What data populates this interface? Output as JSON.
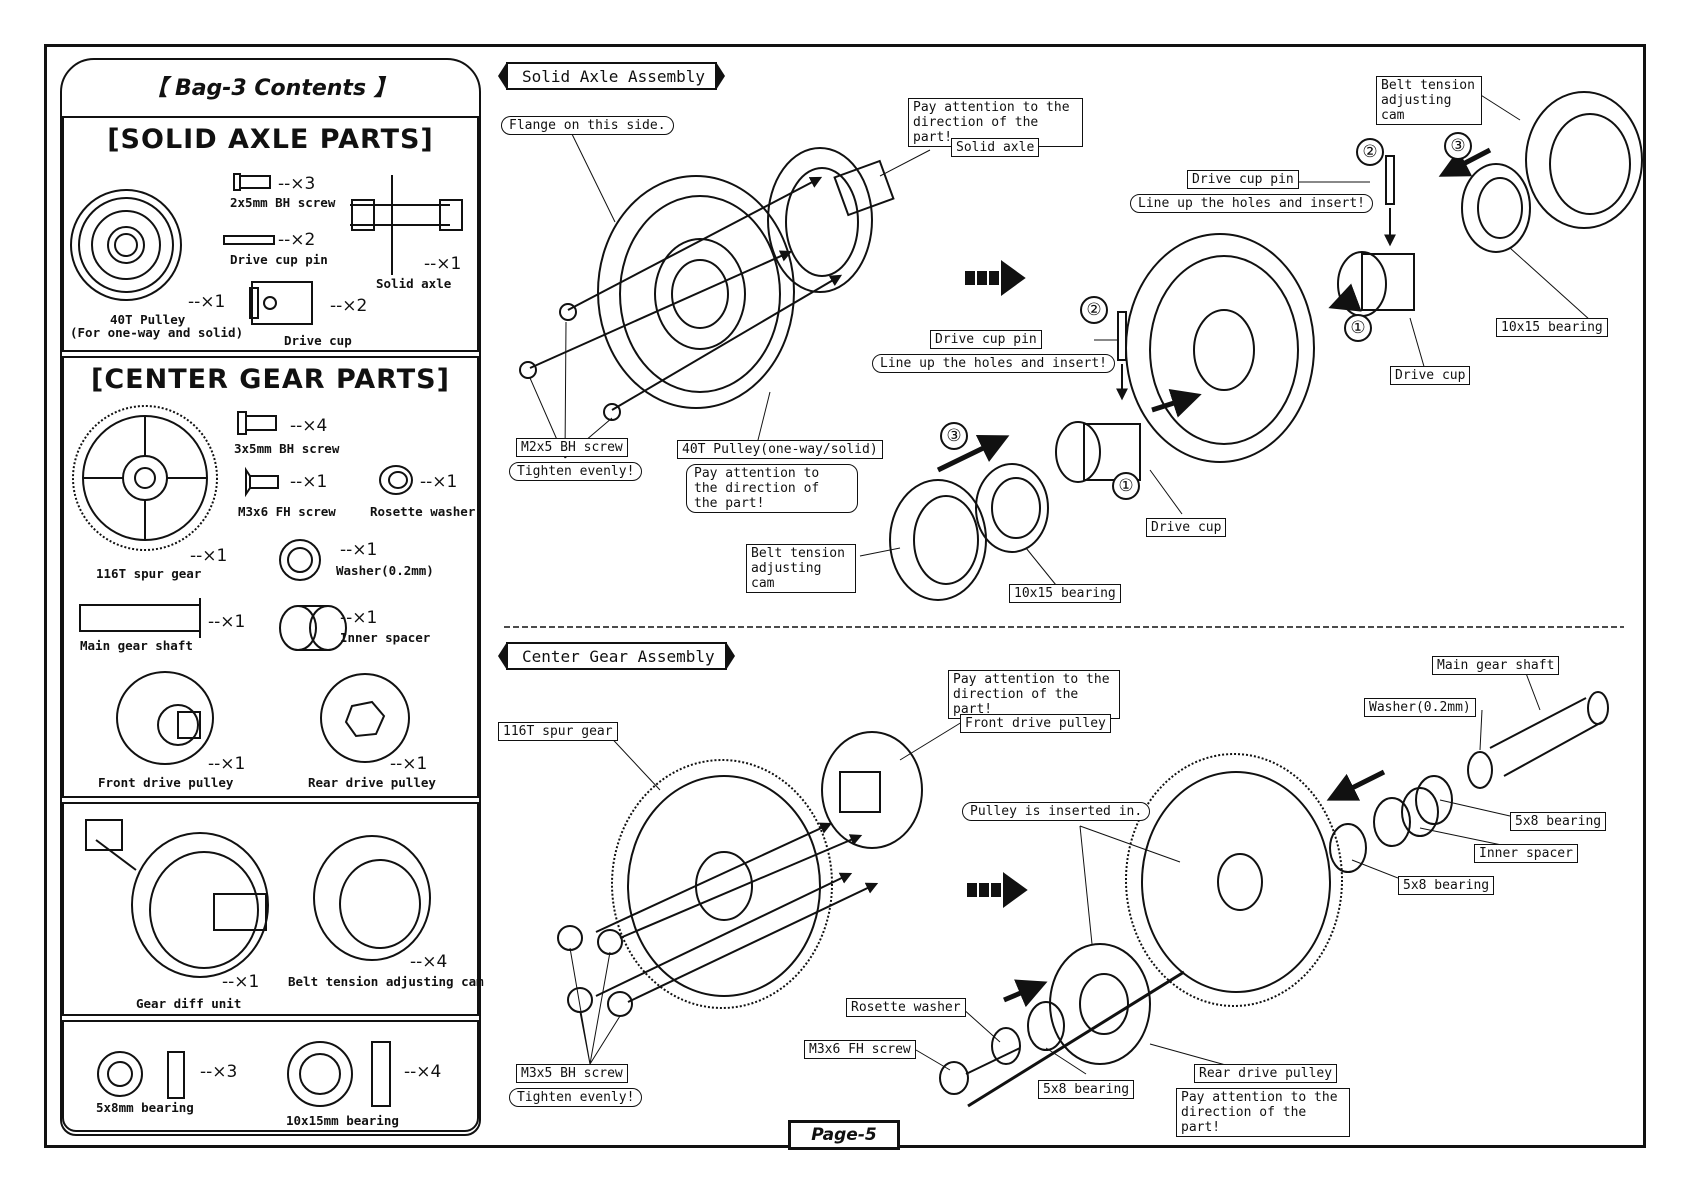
{
  "bag": {
    "title": "【 Bag-3 Contents 】",
    "solid_axle_parts": {
      "heading": "[SOLID AXLE PARTS]",
      "items": [
        {
          "name": "40T Pulley",
          "note": "(For one-way and solid)",
          "qty": "--×1"
        },
        {
          "name": "2x5mm BH screw",
          "qty": "--×3"
        },
        {
          "name": "Drive cup pin",
          "qty": "--×2"
        },
        {
          "name": "Solid axle",
          "qty": "--×1"
        },
        {
          "name": "Drive cup",
          "qty": "--×2"
        }
      ]
    },
    "center_gear_parts": {
      "heading": "[CENTER GEAR PARTS]",
      "items": [
        {
          "name": "116T spur gear",
          "qty": "--×1"
        },
        {
          "name": "3x5mm BH screw",
          "qty": "--×4"
        },
        {
          "name": "M3x6 FH screw",
          "qty": "--×1"
        },
        {
          "name": "Rosette washer",
          "qty": "--×1"
        },
        {
          "name": "Washer(0.2mm)",
          "qty": "--×1"
        },
        {
          "name": "Main gear shaft",
          "qty": "--×1"
        },
        {
          "name": "Inner spacer",
          "qty": "--×1"
        },
        {
          "name": "Front drive pulley",
          "qty": "--×1"
        },
        {
          "name": "Rear drive pulley",
          "qty": "--×1"
        }
      ]
    },
    "diff_section": {
      "items": [
        {
          "name": "Gear diff unit",
          "qty": "--×1"
        },
        {
          "name": "Belt tension adjusting cam",
          "qty": "--×4"
        }
      ]
    },
    "bearing_section": {
      "items": [
        {
          "name": "5x8mm bearing",
          "qty": "--×3"
        },
        {
          "name": "10x15mm bearing",
          "qty": "--×4"
        }
      ]
    }
  },
  "solid_axle_assembly": {
    "title": "Solid Axle Assembly",
    "labels": {
      "flange": "Flange on this side.",
      "pay_attention_axle": "Pay attention to the direction of the part!",
      "solid_axle": "Solid axle",
      "m2x5": "M2x5 BH screw",
      "tighten": "Tighten evenly!",
      "pulley40": "40T Pulley(one-way/solid)",
      "pay_attention_pulley": "Pay attention to the direction of the part!",
      "cam_left": "Belt tension adjusting cam",
      "bearing_left": "10x15 bearing",
      "pin_left": "Drive cup pin",
      "line_up_left": "Line up the holes and insert!",
      "drive_cup_left": "Drive cup",
      "cam_right": "Belt tension adjusting cam",
      "pin_right": "Drive cup pin",
      "line_up_right": "Line up the holes and insert!",
      "bearing_right": "10x15 bearing",
      "drive_cup_right": "Drive cup"
    },
    "step_numbers": [
      "①",
      "②",
      "③"
    ]
  },
  "center_gear_assembly": {
    "title": "Center Gear Assembly",
    "labels": {
      "spur": "116T spur gear",
      "pay_attention_front": "Pay attention to the direction of the part!",
      "front_pulley": "Front drive pulley",
      "main_shaft": "Main gear shaft",
      "washer": "Washer(0.2mm)",
      "bearing_a": "5x8 bearing",
      "inner_spacer": "Inner spacer",
      "bearing_b": "5x8 bearing",
      "pulley_inserted": "Pulley is inserted in.",
      "rosette": "Rosette washer",
      "m3x6": "M3x6 FH screw",
      "bearing_c": "5x8 bearing",
      "rear_pulley": "Rear drive pulley",
      "pay_attention_rear": "Pay attention to the direction of the part!",
      "m3x5": "M3x5 BH screw",
      "tighten": "Tighten evenly!"
    }
  },
  "page": "Page-5"
}
